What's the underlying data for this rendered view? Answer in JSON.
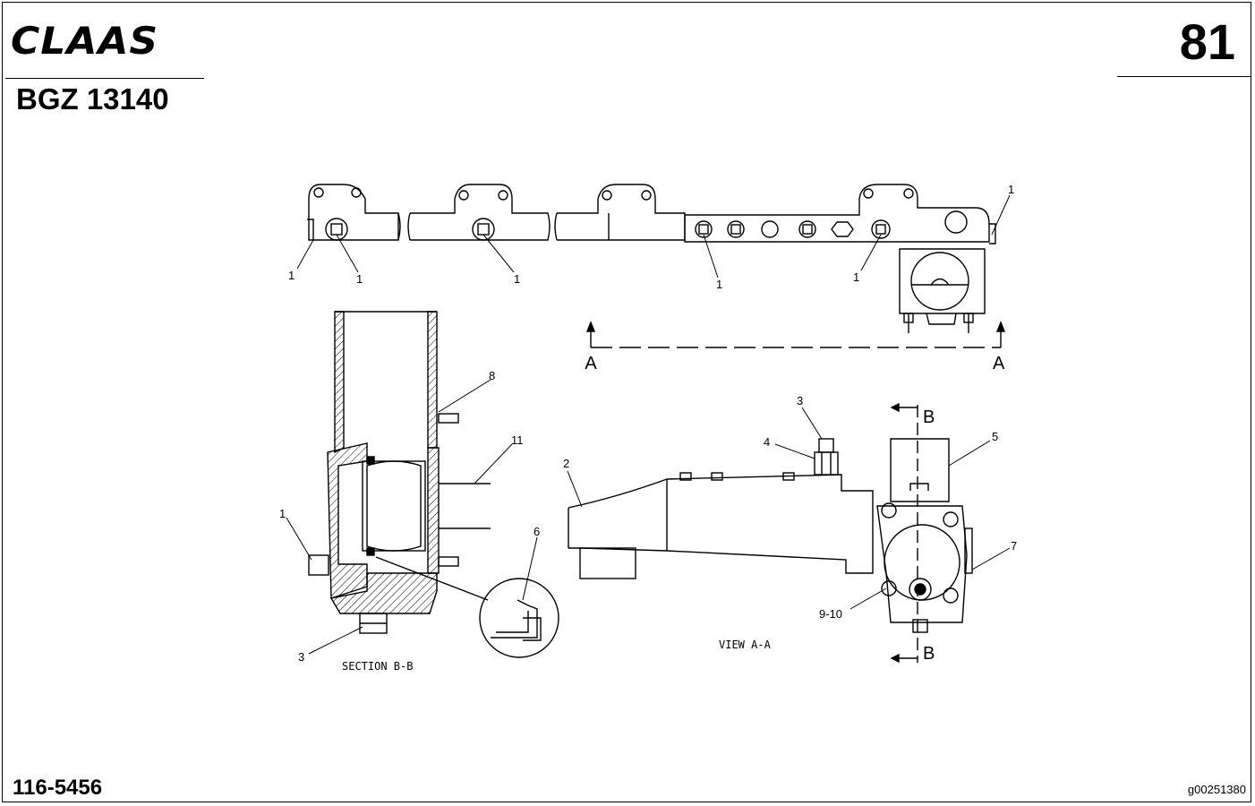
{
  "header": {
    "brand": "CLAAS",
    "document_code": "BGZ 13140",
    "page_number": "81"
  },
  "footer": {
    "part_number": "116-5456",
    "drawing_number": "g00251380"
  },
  "diagram": {
    "section_markers": {
      "a": "A",
      "b": "B"
    },
    "captions": {
      "section": "SECTION B-B",
      "view": "VIEW A-A"
    },
    "callouts": {
      "c1": "1",
      "c2": "2",
      "c3": "3",
      "c4": "4",
      "c5": "5",
      "c6": "6",
      "c7": "7",
      "c8": "8",
      "c9_10": "9-10",
      "c11": "11"
    }
  }
}
